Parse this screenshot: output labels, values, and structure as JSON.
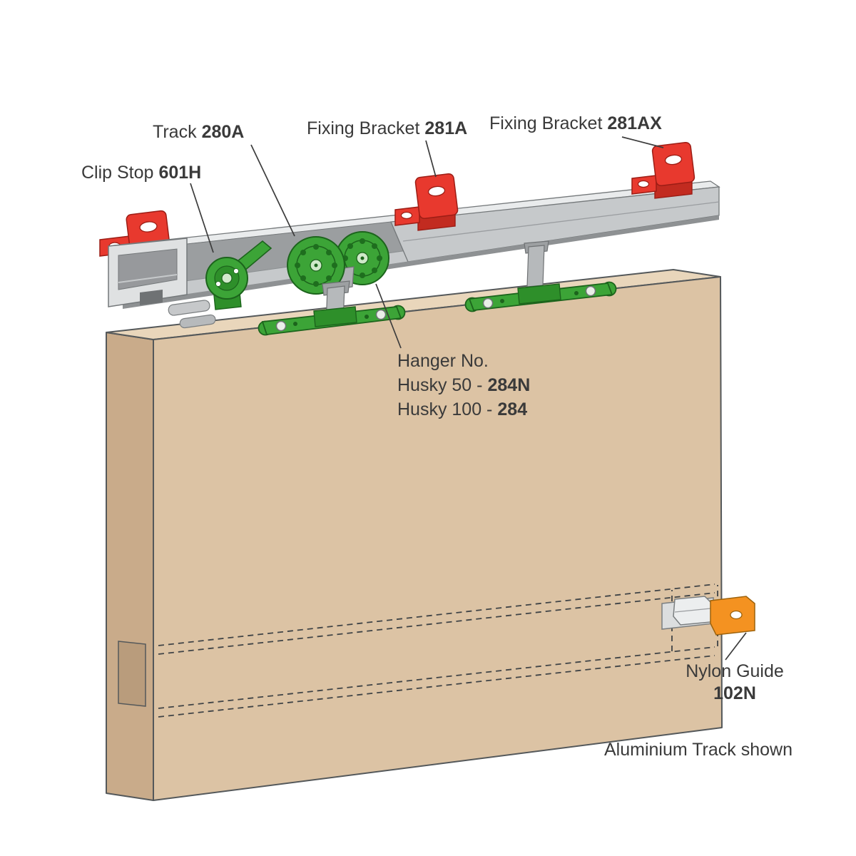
{
  "diagram": {
    "labels": {
      "track": {
        "name": "Track",
        "code": "280A"
      },
      "fixing_bracket_a": {
        "name": "Fixing Bracket",
        "code": "281A"
      },
      "fixing_bracket_ax": {
        "name": "Fixing Bracket",
        "code": "281AX"
      },
      "clip_stop": {
        "name": "Clip Stop",
        "code": "601H"
      },
      "hanger": {
        "title": "Hanger No.",
        "row1_name": "Husky 50 -",
        "row1_code": "284N",
        "row2_name": "Husky 100 -",
        "row2_code": "284"
      },
      "nylon_guide": {
        "name": "Nylon Guide",
        "code": "102N"
      },
      "footnote": "Aluminium Track shown"
    },
    "colors": {
      "door_face": "#dcc3a4",
      "door_side": "#c9ab8a",
      "door_top": "#e9d6bb",
      "track_light": "#e9ebec",
      "track_face": "#c6c9cb",
      "track_inner": "#9b9ea0",
      "bracket_red": "#e8392e",
      "bracket_red_dark": "#c22b20",
      "hanger_green": "#3ca437",
      "hanger_green_dark": "#2e8f2a",
      "guide_orange": "#f49221",
      "metal_gray": "#b6b9bb",
      "line": "#3c3c3c"
    }
  }
}
